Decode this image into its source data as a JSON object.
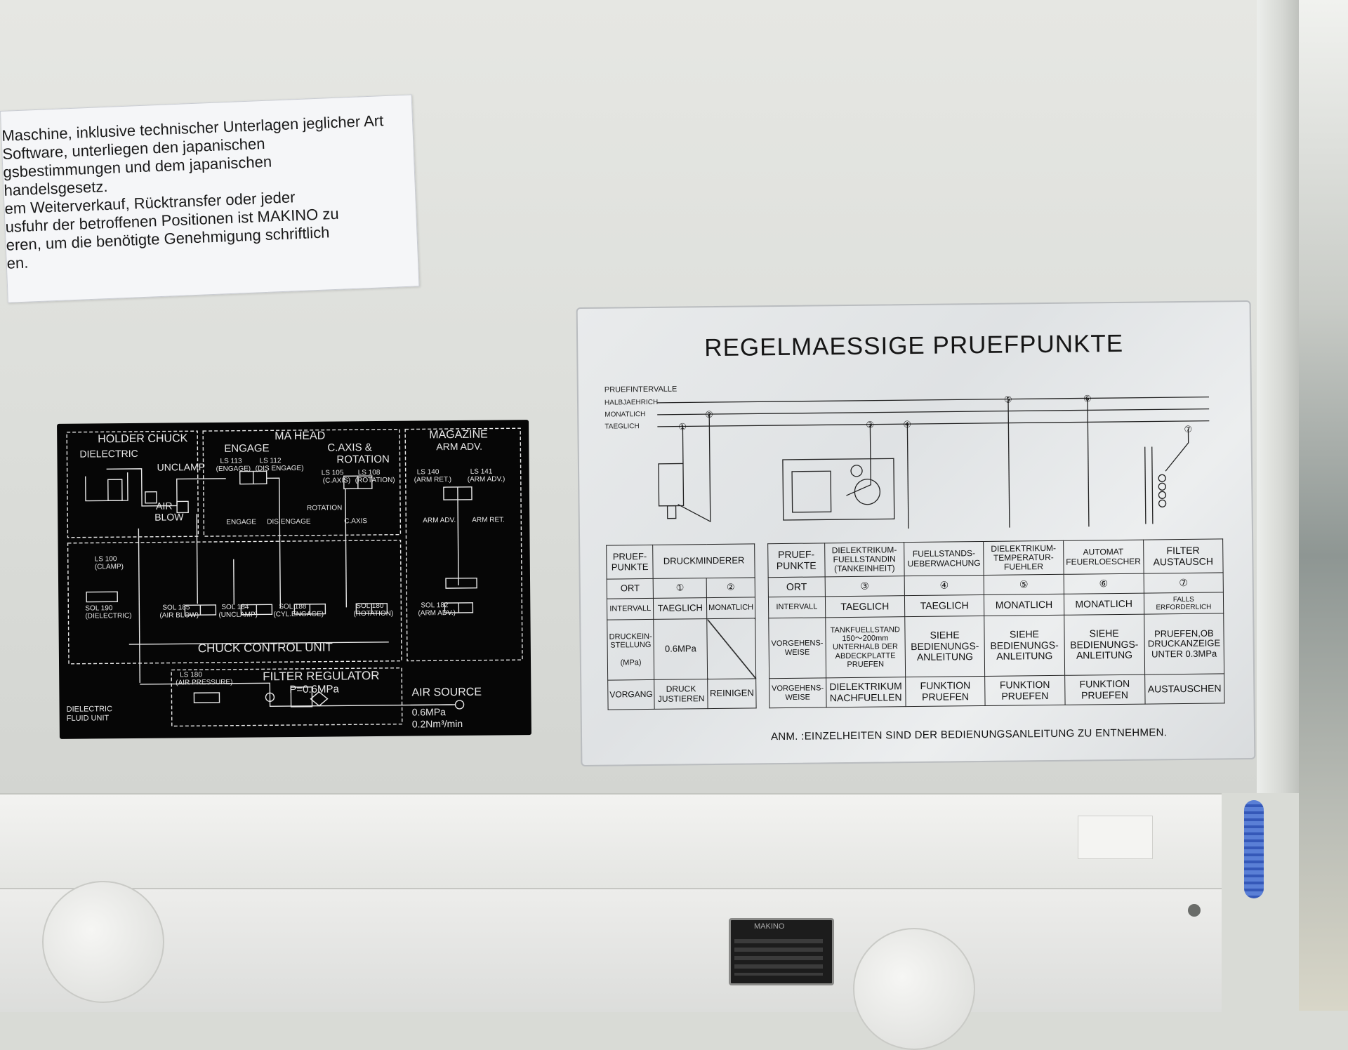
{
  "warning_label": {
    "lines": [
      "Maschine, inklusive technischer Unterlagen jeglicher Art",
      "Software, unterliegen den japanischen",
      "gsbestimmungen und dem japanischen",
      "handelsgesetz.",
      "em Weiterverkauf, Rücktransfer oder jeder",
      "usfuhr der betroffenen Positionen ist MAKINO zu",
      "eren, um die benötigte Genehmigung schriftlich",
      "en."
    ]
  },
  "schematic": {
    "sections": {
      "holder_chuck": "HOLDER CHUCK",
      "ma_head": "MA HEAD",
      "magazine": "MAGAZINE",
      "arm_adv": "ARM ADV.",
      "engage": "ENGAGE",
      "c_axis": "C.AXIS &",
      "rotation_hdr": "ROTATION",
      "dielectric": "DIELECTRIC",
      "unclamp": "UNCLAMP",
      "air": "AIR",
      "blow": "BLOW",
      "chuck_control_unit": "CHUCK CONTROL UNIT",
      "filter_regulator": "FILTER REGULATOR",
      "p_value": "P=0.6MPa",
      "air_source": "AIR SOURCE",
      "src_pressure": "0.6MPa",
      "src_flow": "0.2Nm³/min",
      "dielectric_fluid_unit_1": "DIELECTRIC",
      "dielectric_fluid_unit_2": "FLUID UNIT"
    },
    "labels": {
      "ls113": "LS 113",
      "ls113_sub": "(ENGAGE)",
      "ls112": "LS 112",
      "ls112_sub": "(DIS ENGAGE)",
      "ls105": "LS 105",
      "ls105_sub": "(C.AXIS)",
      "ls108": "LS 108",
      "ls108_sub": "(ROTATION)",
      "ls140": "LS 140",
      "ls140_sub": "(ARM RET.)",
      "ls141": "LS 141",
      "ls141_sub": "(ARM ADV.)",
      "rotation": "ROTATION",
      "engage2": "ENGAGE",
      "dis_engage": "DIS ENGAGE",
      "c_axis2": "C.AXIS",
      "arm_adv2": "ARM ADV.",
      "arm_ret": "ARM RET.",
      "ls100": "LS 100",
      "ls100_sub": "(CLAMP)",
      "sol190": "SOL 190",
      "sol190_sub": "(DIELECTRIC)",
      "sol185": "SOL 185",
      "sol185_sub": "(AIR BLOW)",
      "sol184": "SOL 184",
      "sol184_sub": "(UNCLAMP)",
      "sol188": "SOL 188",
      "sol188_sub": "(CYL.ENGAGE)",
      "sol180": "SOL 180",
      "sol180_sub": "(ROTATION)",
      "sol182": "SOL 182",
      "sol182_sub": "(ARM ADV.)",
      "ls180": "LS 180",
      "ls180_sub": "(AIR PRESSURE)"
    }
  },
  "inspection": {
    "title": "REGELMAESSIGE PRUEFPUNKTE",
    "intervals_header": "PRUEFINTERVALLE",
    "interval_rows": [
      "HALBJAEHRICH",
      "MONATLICH",
      "TAEGLICH"
    ],
    "markers": [
      "①",
      "②",
      "③",
      "④",
      "⑤",
      "⑥",
      "⑦"
    ],
    "left_table": {
      "header_a": "PRUEF-PUNKTE",
      "header_b": "DRUCKMINDERER",
      "ort": "ORT",
      "ort_1": "①",
      "ort_2": "②",
      "intervall": "INTERVALL",
      "int_1": "TAEGLICH",
      "int_2": "MONATLICH",
      "druck_a": "DRUCKEIN-STELLUNG",
      "druck_unit": "(MPa)",
      "druck_val": "0.6MPa",
      "vorgang": "VORGANG",
      "vorgang_1": "DRUCK JUSTIEREN",
      "vorgang_2": "REINIGEN"
    },
    "right_table": {
      "header_a": "PRUEF-PUNKTE",
      "columns": [
        {
          "head": "DIELEKTRIKUM-FUELLSTANDIN (TANKEINHEIT)",
          "ort": "③",
          "interval": "TAEGLICH",
          "weise": "TANKFUELLSTAND 150～200mm UNTERHALB DER ABDECKPLATTE PRUEFEN",
          "vorgang": "DIELEKTRIKUM NACHFUELLEN"
        },
        {
          "head": "FUELLSTANDS-UEBERWACHUNG",
          "ort": "④",
          "interval": "TAEGLICH",
          "weise": "SIEHE BEDIENUNGS-ANLEITUNG",
          "vorgang": "FUNKTION PRUEFEN"
        },
        {
          "head": "DIELEKTRIKUM-TEMPERATUR-FUEHLER",
          "ort": "⑤",
          "interval": "MONATLICH",
          "weise": "SIEHE BEDIENUNGS-ANLEITUNG",
          "vorgang": "FUNKTION PRUEFEN"
        },
        {
          "head": "AUTOMAT FEUERLOESCHER",
          "ort": "⑥",
          "interval": "MONATLICH",
          "weise": "SIEHE BEDIENUNGS-ANLEITUNG",
          "vorgang": "FUNKTION PRUEFEN"
        },
        {
          "head": "FILTER AUSTAUSCH",
          "ort": "⑦",
          "interval": "FALLS ERFORDERLICH",
          "weise": "PRUEFEN,OB DRUCKANZEIGE UNTER 0.3MPa",
          "vorgang": "AUSTAUSCHEN"
        }
      ],
      "ort": "ORT",
      "intervall": "INTERVALL",
      "vorgehens": "VORGEHENS-WEISE",
      "vorgehens2": "VORGEHENS-WEISE"
    },
    "note": "ANM. :EINZELHEITEN SIND DER BEDIENUNGSANLEITUNG ZU ENTNEHMEN."
  },
  "nameplate": {
    "brand": "MAKINO"
  }
}
